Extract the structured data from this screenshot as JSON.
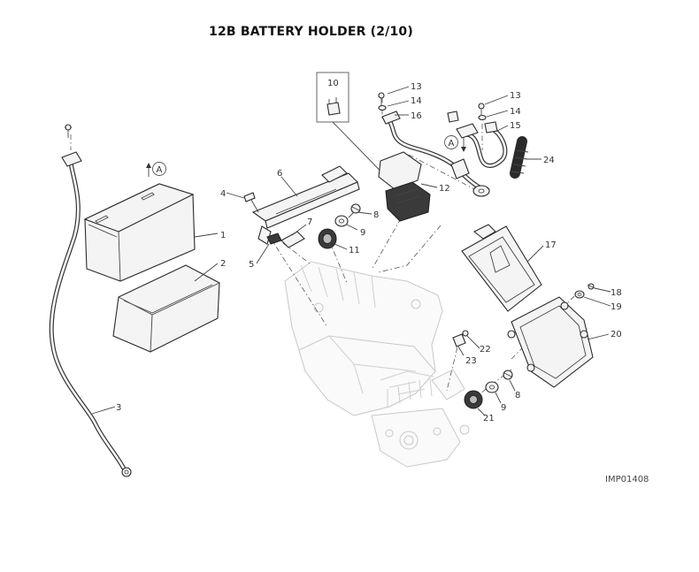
{
  "title": "12B BATTERY HOLDER (2/10)",
  "image_code": "IMP01408",
  "reference_marker": "A",
  "callouts": [
    "1",
    "2",
    "3",
    "4",
    "5",
    "6",
    "7",
    "8",
    "8",
    "9",
    "9",
    "10",
    "11",
    "12",
    "13",
    "13",
    "14",
    "14",
    "15",
    "16",
    "17",
    "18",
    "19",
    "20",
    "21",
    "22",
    "23",
    "24"
  ]
}
